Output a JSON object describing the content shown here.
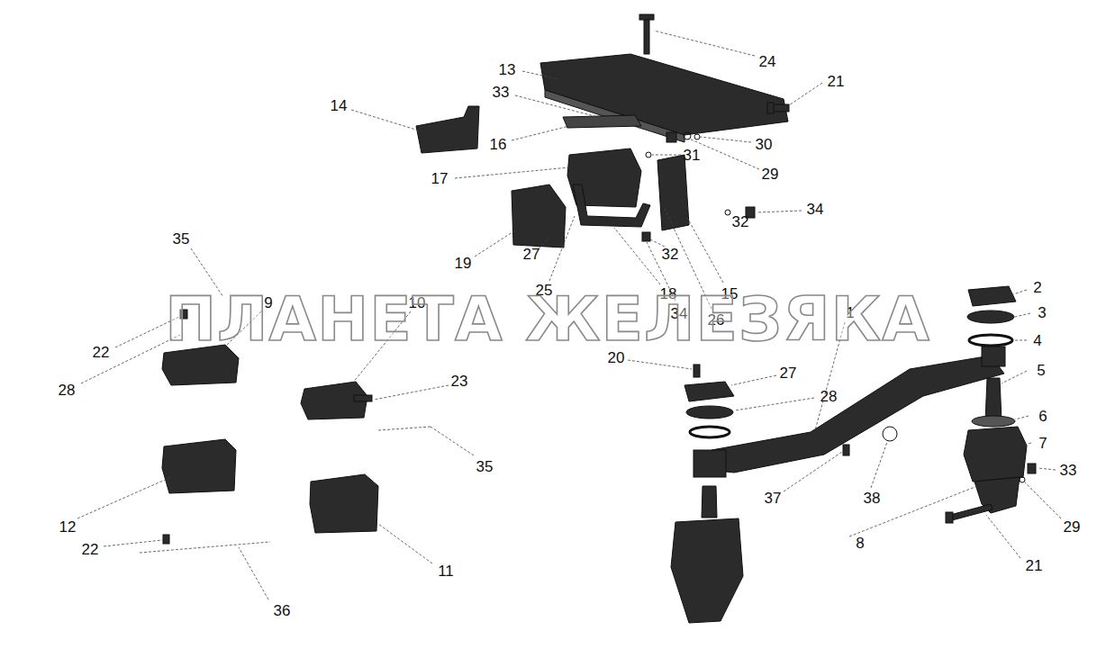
{
  "diagram": {
    "labels": [
      "24",
      "13",
      "21",
      "33",
      "14",
      "16",
      "30",
      "31",
      "29",
      "17",
      "34",
      "32",
      "19",
      "27",
      "32",
      "35",
      "25",
      "18",
      "34",
      "15",
      "26",
      "9",
      "10",
      "2",
      "3",
      "4",
      "1",
      "20",
      "27",
      "22",
      "28",
      "23",
      "5",
      "6",
      "28",
      "7",
      "35",
      "37",
      "38",
      "33",
      "29",
      "12",
      "8",
      "22",
      "11",
      "21",
      "36",
      "ПЛАНЕТА ЖЕЛЕЗЯКА"
    ]
  }
}
